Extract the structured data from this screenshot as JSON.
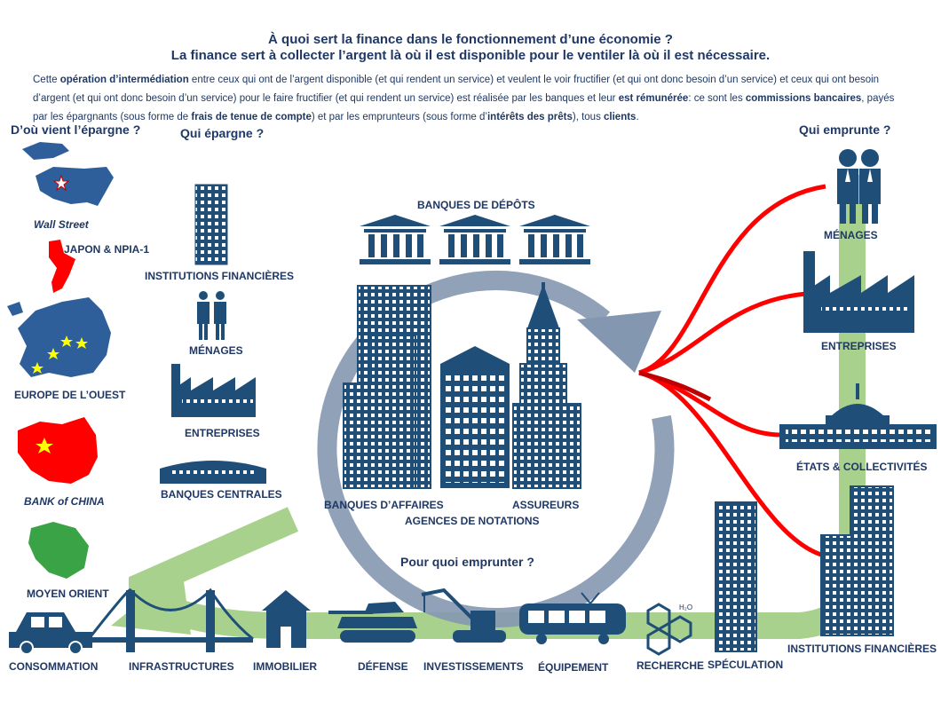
{
  "title": {
    "line1": "À quoi sert la finance dans le fonctionnement d’une économie ?",
    "line2": "La finance sert à collecter l’argent là où il est disponible pour le ventiler là où il est nécessaire."
  },
  "intro": {
    "s1": "Cette ",
    "b1": "opération d’intermédiation",
    "s2": " entre ceux qui ont de l’argent disponible (et qui rendent un service) et veulent le voir fructifier (et qui ont donc besoin d’un service) et ceux qui ont besoin d’argent (et qui ont donc besoin d’un service) pour le faire fructifier (et qui rendent un service) est réalisée par les banques et leur ",
    "b2": "est rémunérée",
    "s3": ": ce sont les ",
    "b3": "commissions bancaires",
    "s4": ", payés par les épargnants (sous forme de ",
    "b4": "frais de tenue de compte",
    "s5": ") et par les emprunteurs (sous forme d’",
    "b5": "intérêts des prêts",
    "s6": "), tous ",
    "b6": "clients",
    "s7": "."
  },
  "origin": {
    "heading": "D’où vient l’épargne ?",
    "usa": "Wall Street",
    "japan": "JAPON & NPIA-1",
    "europe": "EUROPE DE L’OUEST",
    "china": "BANK of CHINA",
    "mideast": "MOYEN ORIENT"
  },
  "savers": {
    "heading": "Qui épargne ?",
    "items": [
      "INSTITUTIONS FINANCIÈRES",
      "MÉNAGES",
      "ENTREPRISES",
      "BANQUES CENTRALES"
    ]
  },
  "center": {
    "deposits": "BANQUES DE DÉPÔTS",
    "investment": "BANQUES D’AFFAIRES",
    "insurers": "ASSUREURS",
    "ratings": "AGENCES DE NOTATIONS"
  },
  "borrowers": {
    "heading": "Qui emprunte ?",
    "items": [
      "MÉNAGES",
      "ENTREPRISES",
      "ÉTATS & COLLECTIVITÉS",
      "INSTITUTIONS FINANCIÈRES"
    ]
  },
  "uses": {
    "heading": "Pour quoi emprunter ?",
    "items": [
      "CONSOMMATION",
      "INFRASTRUCTURES",
      "IMMOBILIER",
      "DÉFENSE",
      "INVESTISSEMENTS",
      "ÉQUIPEMENT",
      "RECHERCHE",
      "SPÉCULATION"
    ],
    "h2o": "H₂O"
  },
  "colors": {
    "navy": "#1f4e79",
    "text": "#1f3864",
    "arrow_gray": "#8497b0",
    "green": "#a9d18e",
    "red": "#ff0000"
  }
}
